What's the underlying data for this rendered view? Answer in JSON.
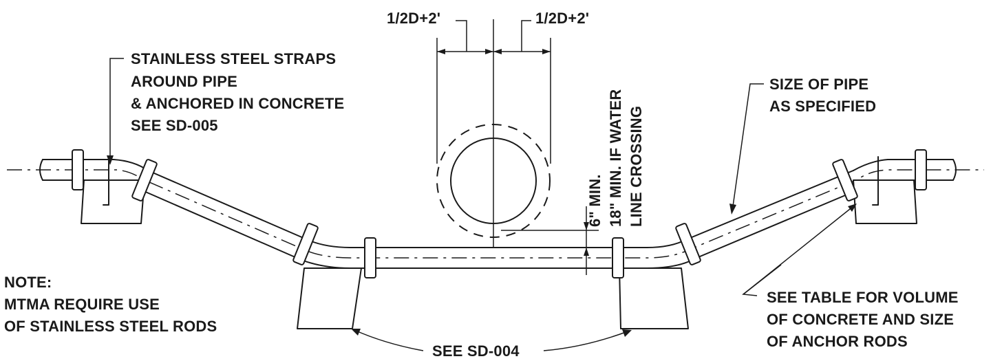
{
  "diagram": {
    "labels": {
      "dim_left": "1/2D+2'",
      "dim_right": "1/2D+2'",
      "straps_line1": "STAINLESS STEEL STRAPS",
      "straps_line2": "AROUND PIPE",
      "straps_line3": "& ANCHORED IN CONCRETE",
      "straps_line4": "SEE SD-005",
      "vertical_line1": "6\" MIN.",
      "vertical_line2": "18\" MIN. IF WATER",
      "vertical_line3": "LINE CROSSING",
      "pipe_size_line1": "SIZE OF PIPE",
      "pipe_size_line2": "AS SPECIFIED",
      "note_line1": "NOTE:",
      "note_line2": "MTMA REQUIRE USE",
      "note_line3": "OF STAINLESS STEEL RODS",
      "table_line1": "SEE TABLE FOR VOLUME",
      "table_line2": "OF CONCRETE AND SIZE",
      "table_line3": "OF ANCHOR RODS",
      "sd004": "SEE SD-004"
    }
  }
}
